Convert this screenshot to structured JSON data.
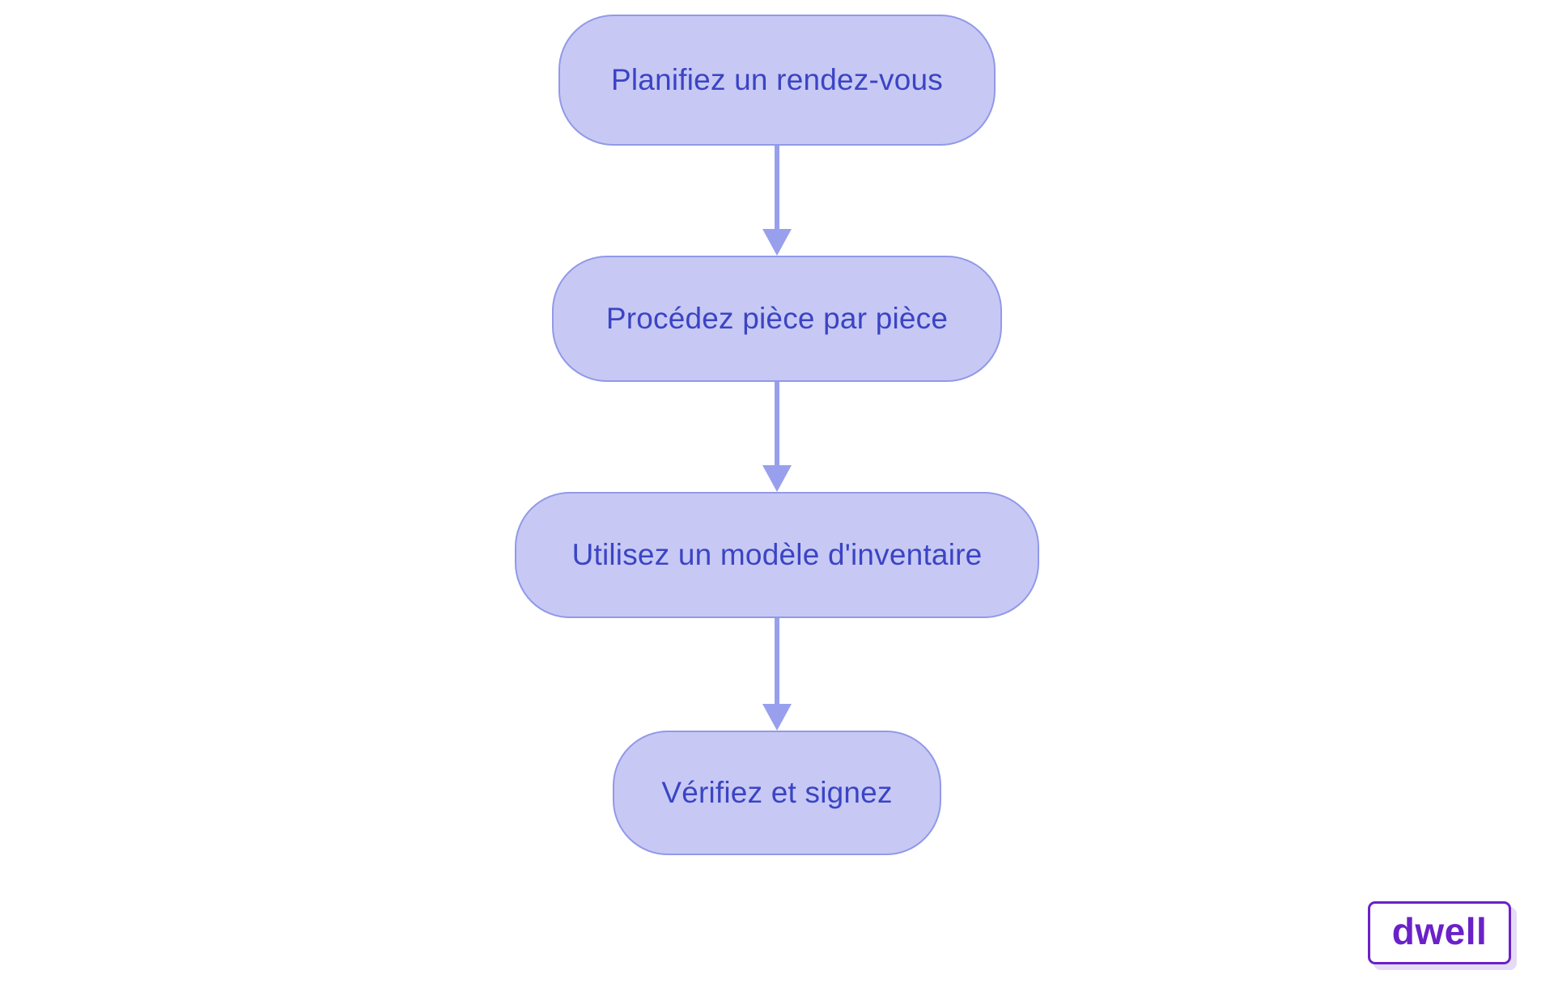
{
  "diagram": {
    "type": "flowchart",
    "direction": "top-down",
    "nodes": [
      {
        "id": "step-1",
        "label": "Planifiez un rendez-vous"
      },
      {
        "id": "step-2",
        "label": "Procédez pièce par pièce"
      },
      {
        "id": "step-3",
        "label": "Utilisez un modèle d'inventaire"
      },
      {
        "id": "step-4",
        "label": "Vérifiez et signez"
      }
    ],
    "edges": [
      {
        "from": "step-1",
        "to": "step-2"
      },
      {
        "from": "step-2",
        "to": "step-3"
      },
      {
        "from": "step-3",
        "to": "step-4"
      }
    ]
  },
  "logo": {
    "text": "dwell"
  },
  "theme": {
    "background": "#ffffff",
    "node_fill": "#c7c9f4",
    "node_border": "#9199e8",
    "node_text": "#3b44c4",
    "arrow": "#98a0ed",
    "logo_purple": "#6b21c8",
    "logo_shadow": "#e4dbf5"
  }
}
